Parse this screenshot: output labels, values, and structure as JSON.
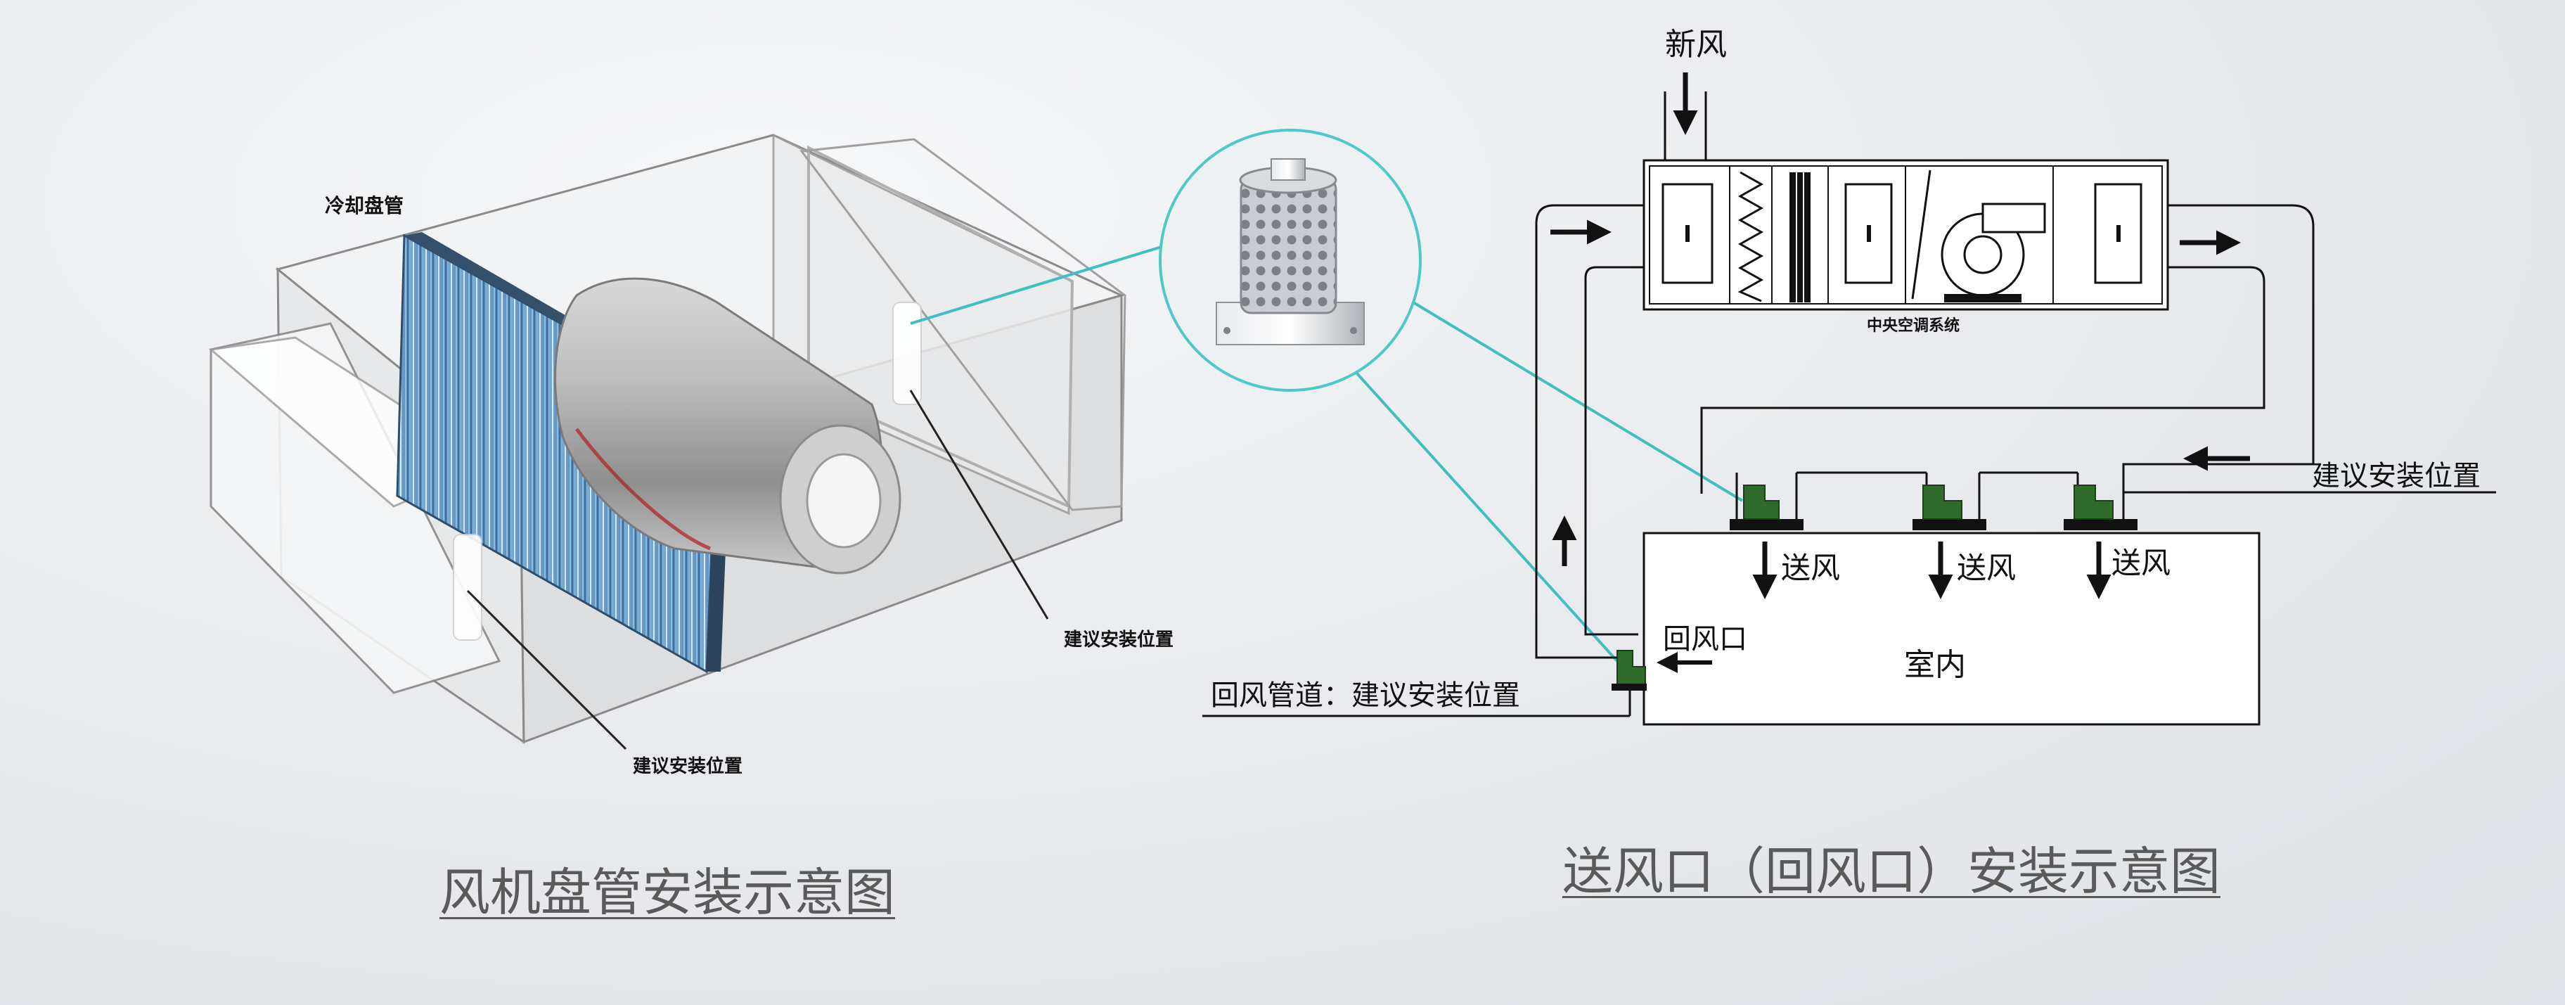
{
  "fan_coil_diagram": {
    "coil_label": "冷却盘管",
    "install_label_right": "建议安装位置",
    "install_label_bottom": "建议安装位置",
    "caption": "风机盘管安装示意图"
  },
  "central_ac_diagram": {
    "fresh_air_label": "新风",
    "unit_label": "中央空调系统",
    "supply_labels": [
      "送风",
      "送风",
      "送风"
    ],
    "return_outlet_label": "回风口",
    "room_label": "室内",
    "install_label_supply": "建议安装位置",
    "install_label_return": "回风管道：建议安装位置",
    "caption": "送风口（回风口）安装示意图"
  },
  "colors": {
    "coil_blue": "#7fb0d8",
    "leader_teal": "#3fbfc0",
    "device_green": "#2f6b2a",
    "line_black": "#111111"
  }
}
